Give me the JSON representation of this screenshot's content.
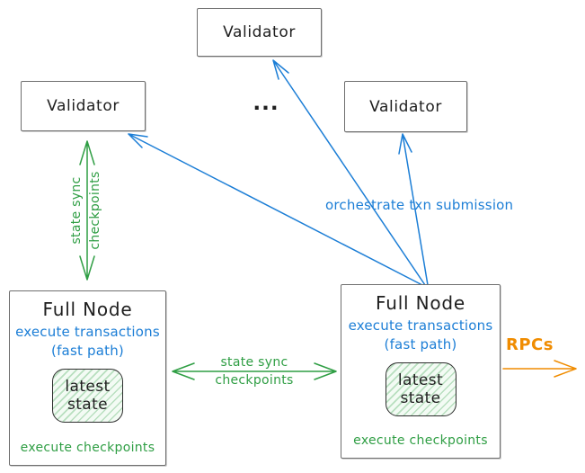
{
  "colors": {
    "blue": "#1c7ed6",
    "green": "#2f9e44",
    "orange": "#f08c00",
    "box-border": "#6f6f6f",
    "ink": "#1e1e1e"
  },
  "validators": {
    "top": {
      "label": "Validator"
    },
    "left": {
      "label": "Validator"
    },
    "right": {
      "label": "Validator"
    },
    "ellipsis": "..."
  },
  "full_node_left": {
    "title": "Full Node",
    "fast_path": "execute transactions\n(fast path)",
    "state": "latest\nstate",
    "checkpoints": "execute checkpoints"
  },
  "full_node_right": {
    "title": "Full Node",
    "fast_path": "execute transactions\n(fast path)",
    "state": "latest\nstate",
    "checkpoints": "execute checkpoints"
  },
  "edges": {
    "left_state_sync": "state sync\ncheckpoints",
    "mid_state_sync_line1": "state sync",
    "mid_state_sync_line2": "checkpoints",
    "orchestrate": "orchestrate txn submission",
    "rpcs": "RPCs"
  }
}
